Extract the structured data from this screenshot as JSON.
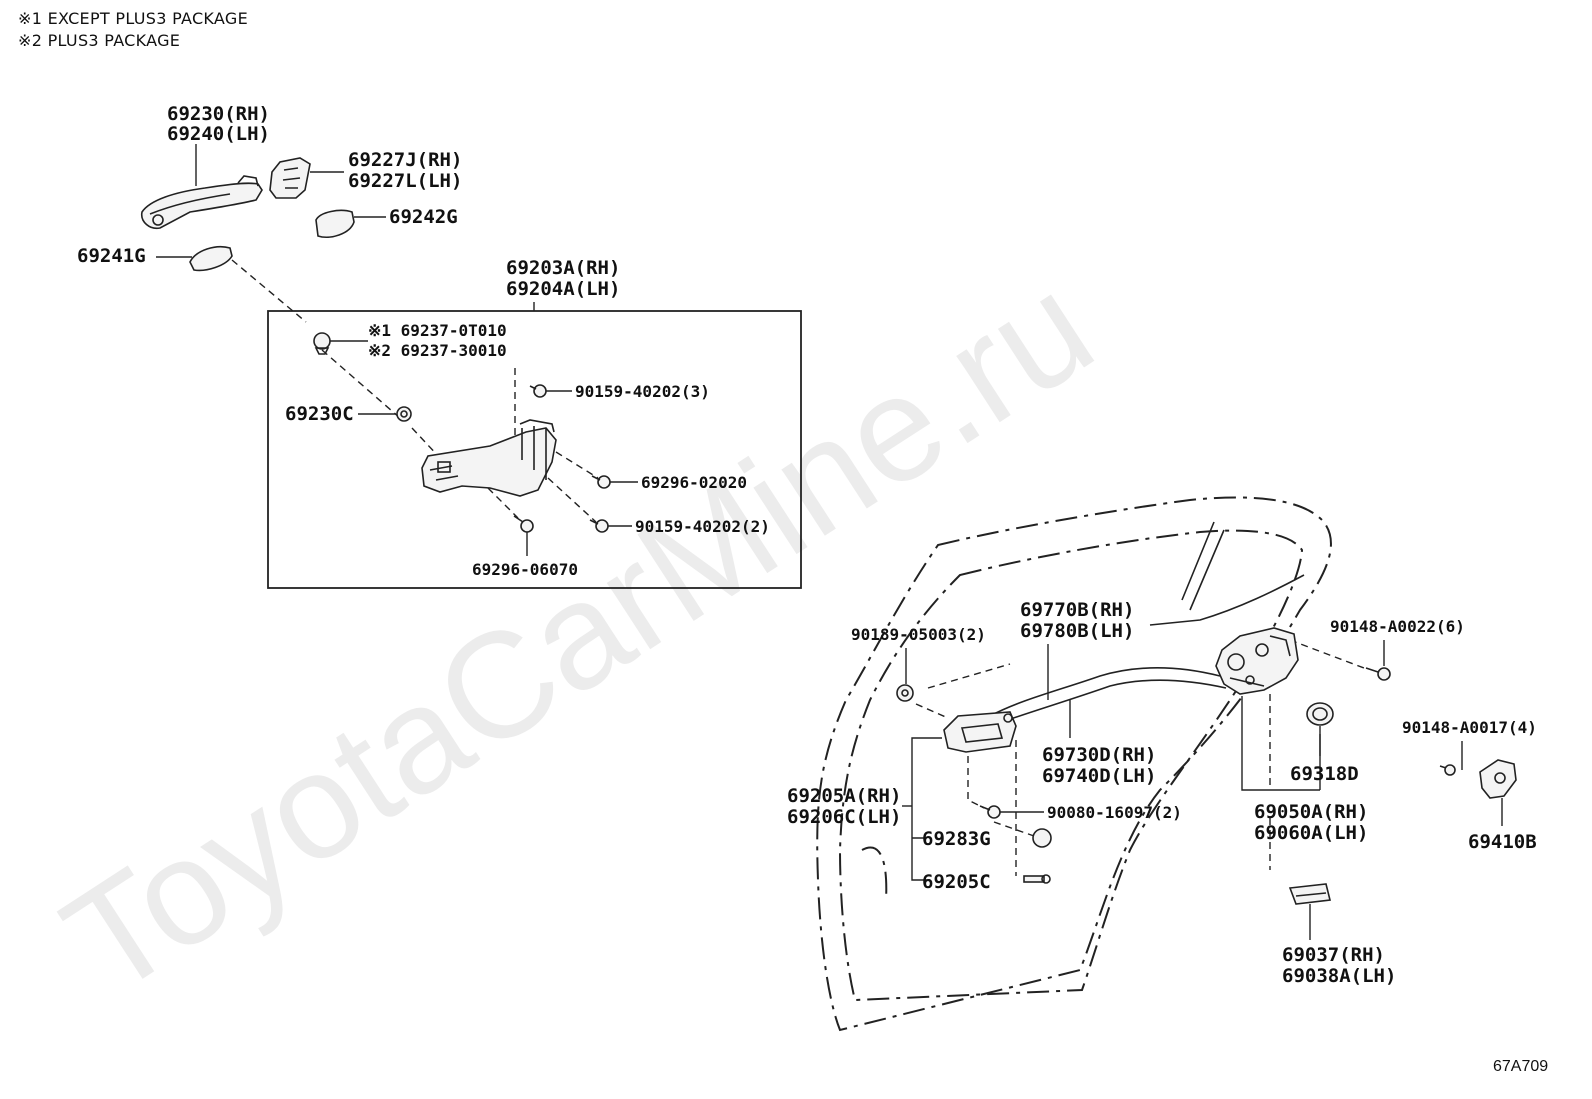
{
  "notes": [
    "※1 EXCEPT PLUS3 PACKAGE",
    "※2 PLUS3 PACKAGE"
  ],
  "watermark": "ToyotaCarMine.ru",
  "diagram_code": "67A709",
  "labels": {
    "p69230": "69230(RH)",
    "p69240": "69240(LH)",
    "p69227J": "69227J(RH)",
    "p69227L": "69227L(LH)",
    "p69242G": "69242G",
    "p69241G": "69241G",
    "p69203A": "69203A(RH)",
    "p69204A": "69204A(LH)",
    "p69237a": "※1 69237-0T010",
    "p69237b": "※2 69237-30010",
    "p90159a": "90159-40202(3)",
    "p69230C": "69230C",
    "p69296a": "69296-02020",
    "p90159b": "90159-40202(2)",
    "p69296b": "69296-06070",
    "p69770B": "69770B(RH)",
    "p69780B": "69780B(LH)",
    "p90189": "90189-05003(2)",
    "p90148a": "90148-A0022(6)",
    "p90148b": "90148-A0017(4)",
    "p69730D": "69730D(RH)",
    "p69740D": "69740D(LH)",
    "p69318D": "69318D",
    "p69205A": "69205A(RH)",
    "p69206C": "69206C(LH)",
    "p90080": "90080-16097(2)",
    "p69050A": "69050A(RH)",
    "p69060A": "69060A(LH)",
    "p69410B": "69410B",
    "p69283G": "69283G",
    "p69205C": "69205C",
    "p69037": "69037(RH)",
    "p69038A": "69038A(LH)"
  }
}
